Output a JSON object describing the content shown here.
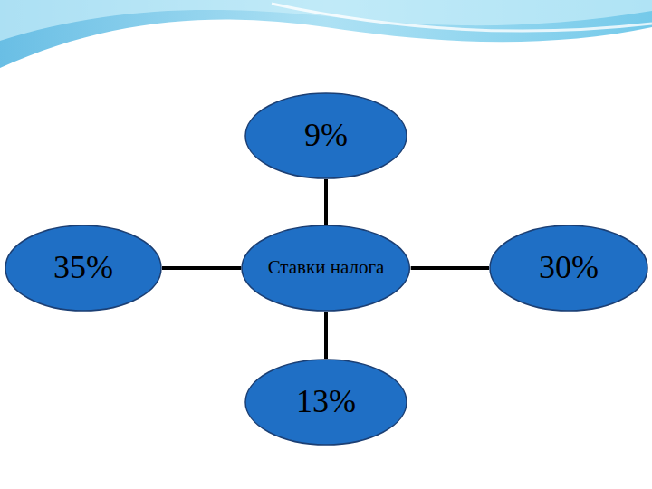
{
  "diagram": {
    "nodes": [
      {
        "text": [
          "9%"
        ]
      },
      {
        "text": [
          "35%"
        ]
      },
      {
        "text": [
          "Ставки налога"
        ]
      },
      {
        "text": [
          "30%"
        ]
      },
      {
        "text": [
          "13%"
        ]
      }
    ],
    "edges": [
      {
        "from": 2,
        "to": 0,
        "arrow": "none"
      },
      {
        "from": 2,
        "to": 1,
        "arrow": "none"
      },
      {
        "from": 2,
        "to": 3,
        "arrow": "none"
      },
      {
        "from": 2,
        "to": 4,
        "arrow": "none"
      }
    ]
  }
}
